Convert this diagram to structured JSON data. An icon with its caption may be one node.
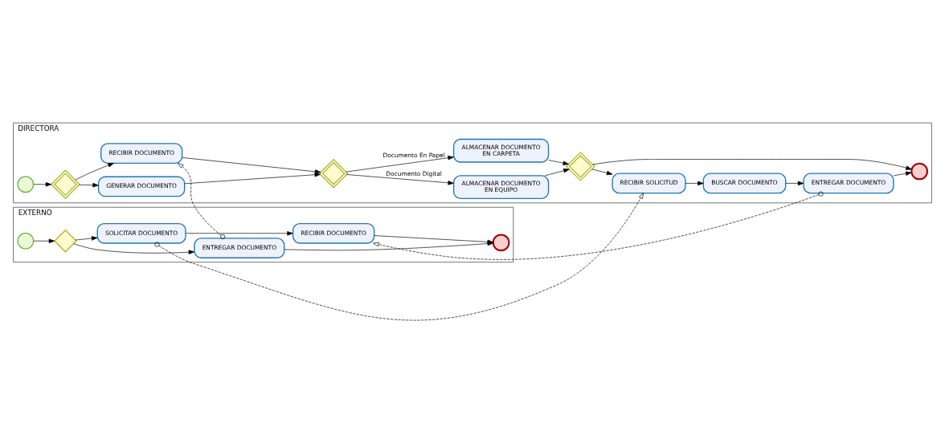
{
  "diagram": {
    "nodes": [
      {
        "text": [
          "DIRECTORA"
        ]
      },
      {
        "text": [],
        "shape": "circle",
        "in": 0
      },
      {
        "text": [],
        "shape": "diamond",
        "in": 0
      },
      {
        "text": [
          "GENERAR DOCUMENTO"
        ],
        "in": 0
      },
      {
        "text": [
          "RECIBIR DOCUMENTO"
        ],
        "in": 0
      },
      {
        "text": [],
        "shape": "diamond",
        "in": 0
      },
      {
        "text": [
          "ALMACENAR DOCUMENTO EN EQUIPO"
        ],
        "in": 0
      },
      {
        "text": [
          "ALMACENAR DOCUMENTO EN CARPETA"
        ],
        "in": 0
      },
      {
        "text": [],
        "shape": "diamond",
        "in": 0
      },
      {
        "text": [
          "RECIBIR SOLICITUD"
        ],
        "in": 0
      },
      {
        "text": [
          "BUSCAR DOCUMENTO"
        ],
        "in": 0
      },
      {
        "text": [
          "ENTREGAR DOCUMENTO"
        ],
        "in": 0
      },
      {
        "text": [],
        "shape": "circle",
        "in": 0
      },
      {
        "text": [
          "EXTERNO"
        ]
      },
      {
        "text": [],
        "shape": "circle",
        "in": 13
      },
      {
        "text": [],
        "shape": "diamond",
        "in": 13
      },
      {
        "text": [
          "ENTREGAR DOCUMENTO"
        ],
        "in": 13
      },
      {
        "text": [
          "SOLICITAR DOCUMENTO"
        ],
        "in": 13
      },
      {
        "text": [
          "RECIBIR DOCUMENTO"
        ],
        "in": 13
      },
      {
        "text": [],
        "shape": "circle",
        "in": 13
      }
    ],
    "edges": [
      {
        "from": 1,
        "to": 2,
        "arrow": "to"
      },
      {
        "from": 2,
        "to": 3,
        "arrow": "to"
      },
      {
        "from": 2,
        "to": 4,
        "arrow": "to"
      },
      {
        "from": 3,
        "to": 5,
        "arrow": "to"
      },
      {
        "from": 4,
        "to": 5,
        "arrow": "to"
      },
      {
        "from": 5,
        "to": 6,
        "arrow": "to",
        "label": "Documento Digital"
      },
      {
        "from": 5,
        "to": 7,
        "arrow": "to",
        "label": "Documento En Papel"
      },
      {
        "from": 6,
        "to": 8,
        "arrow": "to"
      },
      {
        "from": 7,
        "to": 8,
        "arrow": "to"
      },
      {
        "from": 8,
        "to": 9,
        "arrow": "to"
      },
      {
        "from": 8,
        "to": 12,
        "arrow": "to"
      },
      {
        "from": 9,
        "to": 10,
        "arrow": "to"
      },
      {
        "from": 10,
        "to": 11,
        "arrow": "to"
      },
      {
        "from": 11,
        "to": 12,
        "arrow": "to"
      },
      {
        "from": 14,
        "to": 15,
        "arrow": "to"
      },
      {
        "from": 15,
        "to": 16,
        "arrow": "to"
      },
      {
        "from": 15,
        "to": 17,
        "arrow": "to"
      },
      {
        "from": 16,
        "to": 19,
        "arrow": "to"
      },
      {
        "from": 17,
        "to": 18,
        "arrow": "to"
      },
      {
        "from": 18,
        "to": 19,
        "arrow": "to"
      },
      {
        "from": 16,
        "to": 4,
        "arrow": "to",
        "style": "dashed"
      },
      {
        "from": 17,
        "to": 9,
        "arrow": "to",
        "style": "dashed"
      },
      {
        "from": 11,
        "to": 18,
        "arrow": "to",
        "style": "dashed"
      }
    ]
  }
}
